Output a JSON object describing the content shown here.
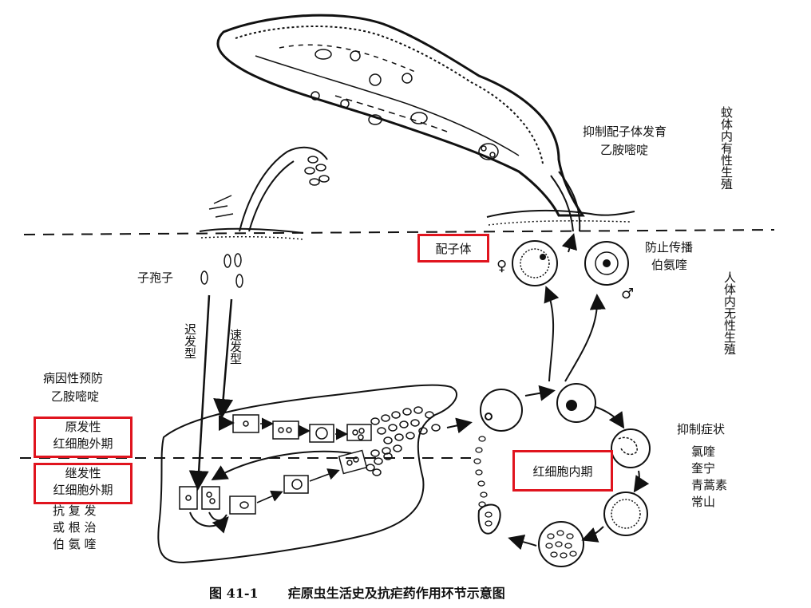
{
  "caption": {
    "number": "图 41-1",
    "title": "疟原虫生活史及抗疟药作用环节示意图"
  },
  "mosquito_zone": {
    "vertical_label": "蚊体内有性生殖",
    "action": "抑制配子体发育",
    "drug": "乙胺嘧啶"
  },
  "human_zone": {
    "vertical_label": "人体内无性生殖",
    "transmission_action": "防止传播",
    "transmission_drug": "伯氨喹"
  },
  "stages": {
    "sporozoite": "子孢子",
    "slow_type": "迟发型",
    "fast_type": "速发型",
    "gametocyte": "配子体",
    "female_symbol": "♀",
    "male_symbol": "♂",
    "primary_exo": [
      "原发性",
      "红细胞外期"
    ],
    "secondary_exo": [
      "继发性",
      "红细胞外期"
    ],
    "erythrocytic": "红细胞内期"
  },
  "prophylaxis": {
    "label": "病因性预防",
    "drug": "乙胺嘧啶"
  },
  "relapse": {
    "lines": [
      "抗 复 发",
      "或 根 治",
      "伯 氨 喹"
    ]
  },
  "symptom_control": {
    "label": "抑制症状",
    "drugs": [
      "氯喹",
      "奎宁",
      "青蒿素",
      "常山"
    ]
  },
  "colors": {
    "highlight_box": "#e0141e",
    "ink": "#111111"
  }
}
